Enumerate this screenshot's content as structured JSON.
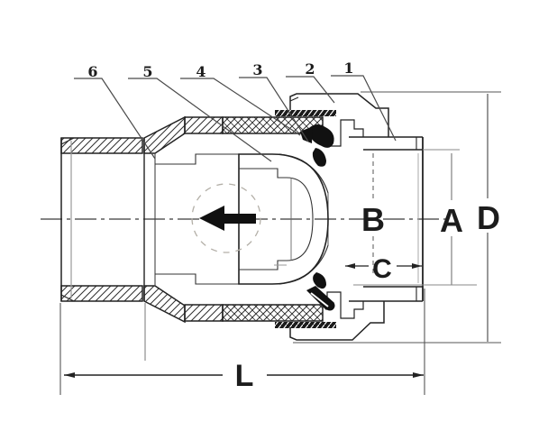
{
  "figure": {
    "type": "technical-section-drawing",
    "subject_icon": "check-valve-cross-section",
    "flow_arrow_icon": "left-arrow",
    "colors": {
      "line": "#1f1f1f",
      "extension_line": "#8a8a8a",
      "seal_fill": "#111111",
      "background": "#ffffff"
    },
    "callouts": [
      {
        "label": "6"
      },
      {
        "label": "5"
      },
      {
        "label": "4"
      },
      {
        "label": "3"
      },
      {
        "label": "2"
      },
      {
        "label": "1"
      }
    ],
    "dimensions": {
      "bore_b": "B",
      "thread_a": "A",
      "outer_d": "D",
      "socket_c": "C",
      "length_l": "L"
    }
  }
}
